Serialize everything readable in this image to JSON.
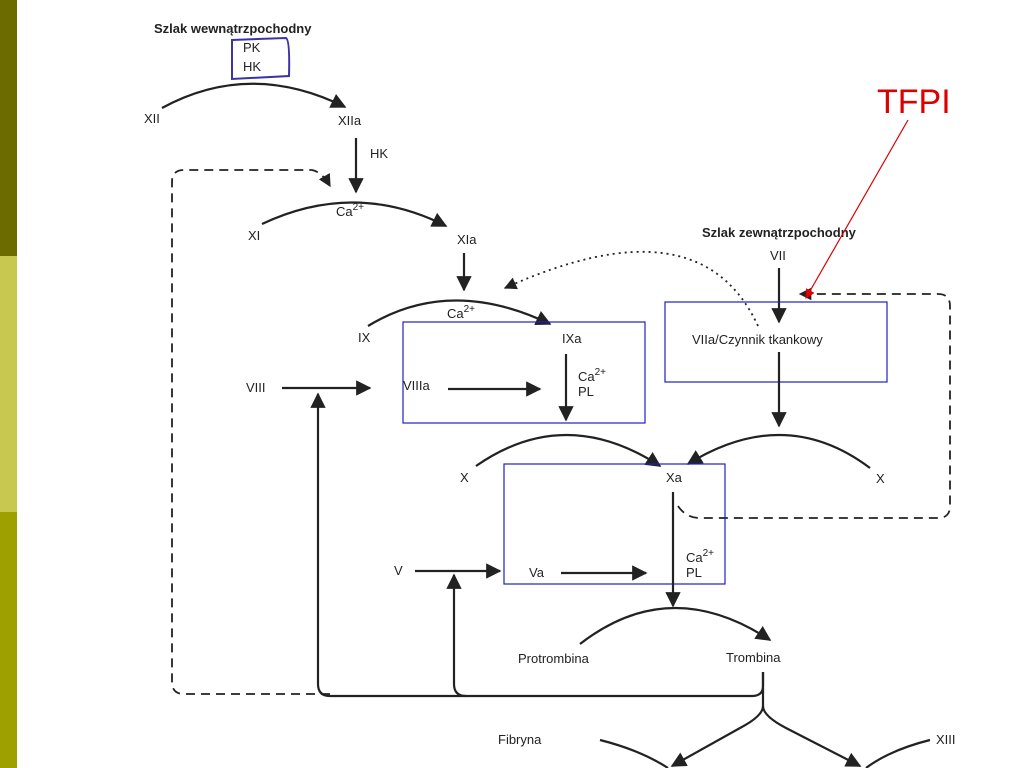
{
  "sidebar": {
    "colors": [
      "#6b6b00",
      "#c8c850",
      "#9ea000"
    ]
  },
  "diagram": {
    "intrinsic_title": "Szlak wewnątrzpochodny",
    "extrinsic_title": "Szlak zewnątrzpochodny",
    "tfpi": "TFPI",
    "pk": "PK",
    "hk_top": "HK",
    "xii": "XII",
    "xiia": "XIIa",
    "hk": "HK",
    "xi": "XI",
    "xia": "XIa",
    "ca1": "Ca",
    "ca1_sup": "2+",
    "ix": "IX",
    "ixa": "IXa",
    "ca2": "Ca",
    "ca2_sup": "2+",
    "viii": "VIII",
    "viiia": "VIIIa",
    "ca3": "Ca",
    "ca3_sup": "2+",
    "pl1": "PL",
    "vii": "VII",
    "viia_tf": "VIIa/Czynnik tkankowy",
    "x_left": "X",
    "xa": "Xa",
    "x_right": "X",
    "v": "V",
    "va": "Va",
    "ca4": "Ca",
    "ca4_sup": "2+",
    "pl2": "PL",
    "protrombina": "Protrombina",
    "trombina": "Trombina",
    "fibryna": "Fibryna",
    "xiii": "XIII"
  }
}
